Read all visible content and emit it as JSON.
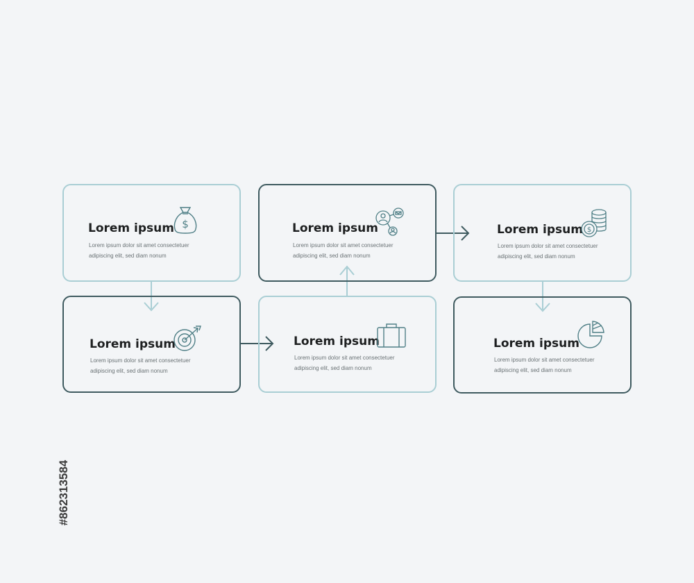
{
  "cards": [
    {
      "title": "Lorem ipsum",
      "body": "Lorem ipsum dolor sit amet consectetuer adipiscing elit, sed diam nonum",
      "icon": "money-bag-icon"
    },
    {
      "title": "Lorem ipsum",
      "body": "Lorem ipsum dolor sit amet consectetuer adipiscing elit, sed diam nonum",
      "icon": "target-icon"
    },
    {
      "title": "Lorem ipsum",
      "body": "Lorem ipsum dolor sit amet consectetuer adipiscing elit, sed diam nonum",
      "icon": "briefcase-icon"
    },
    {
      "title": "Lorem ipsum",
      "body": "Lorem ipsum dolor sit amet consectetuer adipiscing elit, sed diam nonum",
      "icon": "network-people-icon"
    },
    {
      "title": "Lorem ipsum",
      "body": "Lorem ipsum dolor sit amet consectetuer adipiscing elit, sed diam nonum",
      "icon": "coins-stack-icon"
    },
    {
      "title": "Lorem ipsum",
      "body": "Lorem ipsum dolor sit amet consectetuer adipiscing elit, sed diam nonum",
      "icon": "pie-chart-icon"
    }
  ],
  "colors": {
    "light": "#a9ced4",
    "dark": "#3e5a5f",
    "background": "#f3f5f7"
  },
  "stock_id": "#862313584"
}
